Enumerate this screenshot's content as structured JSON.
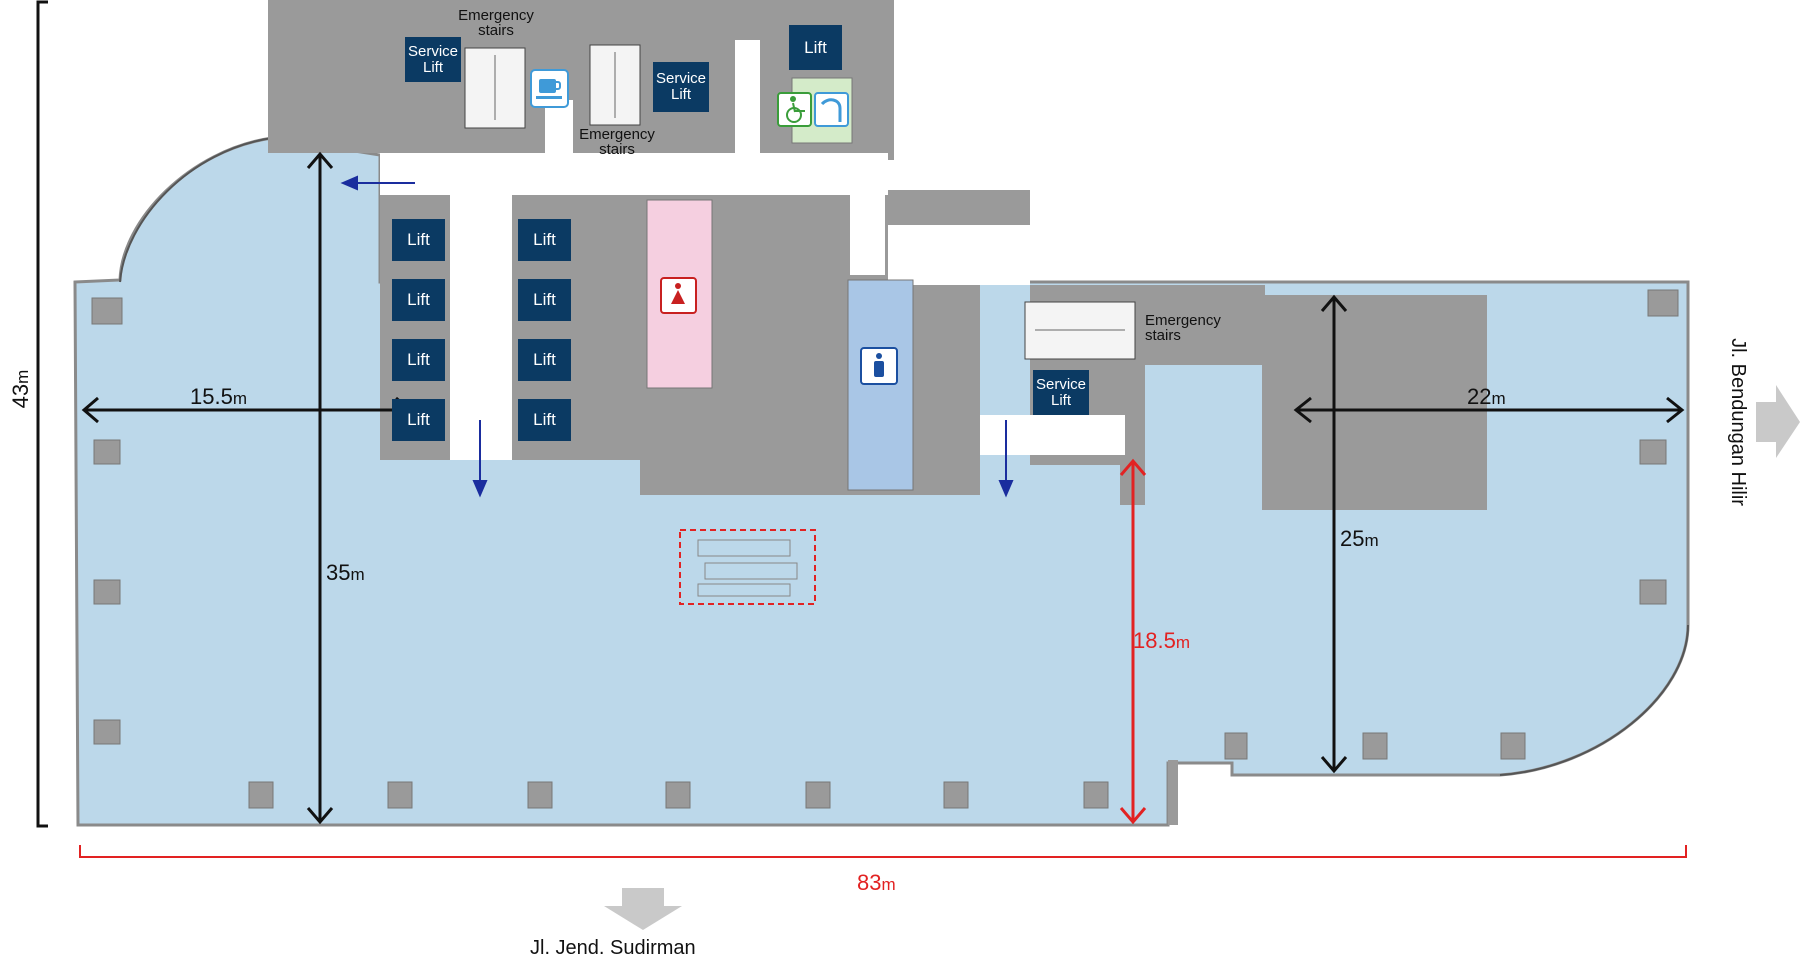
{
  "labels": {
    "lift": "Lift",
    "service_lift_line1": "Service",
    "service_lift_line2": "Lift",
    "emergency_line1": "Emergency",
    "emergency_line2": "stairs"
  },
  "dimensions": {
    "total_height": {
      "value": "43",
      "unit": "m"
    },
    "total_width": {
      "value": "83",
      "unit": "m"
    },
    "left_width": {
      "value": "15.5",
      "unit": "m"
    },
    "right_width": {
      "value": "22",
      "unit": "m"
    },
    "left_depth": {
      "value": "35",
      "unit": "m"
    },
    "right_depth": {
      "value": "25",
      "unit": "m"
    },
    "core_to_window": {
      "value": "18.5",
      "unit": "m"
    }
  },
  "streets": {
    "south": "Jl. Jend. Sudirman",
    "east": "Jl. Bendungan Hilir"
  },
  "colors": {
    "floor": "#bcd8ea",
    "core": "#9a9a9a",
    "lift": "#0b3a63",
    "dimension_red": "#e22222",
    "womens_wc": "#f5cfe0",
    "mens_wc": "#a9c6e6",
    "accessible_wc": "#d4ebc9"
  },
  "icons": [
    "pantry-icon",
    "female-restroom-icon",
    "male-restroom-icon",
    "wheelchair-icon",
    "shower-icon",
    "door-arrow-icon",
    "street-arrow-icon"
  ]
}
